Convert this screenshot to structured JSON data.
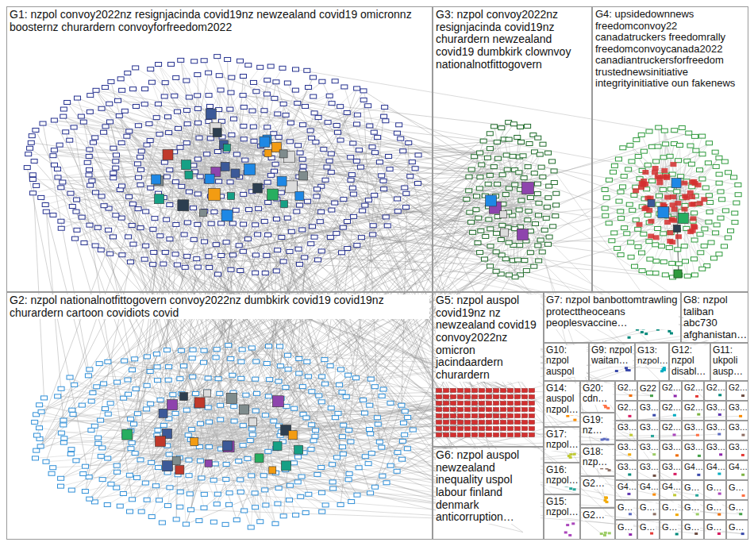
{
  "diagram": {
    "nodes": [
      {
        "text": [
          "G1: nzpol convoy2022nz resignjacinda covid19nz newzealand covid19 omicronnz boosternz churardern convoyforfreedom2022"
        ]
      },
      {
        "text": [
          "G3: nzpol convoy2022nz resignjacinda covid19nz churardern newzealand covid19 dumbkirk clownvoy nationalnotfittogovern"
        ]
      },
      {
        "text": [
          "G4: upsidedownnews freedomconvoy22 canadatruckers freedomrally freedomconvoycanada2022 canadiantruckersforfreedom trustednewsinitiative integrityinitiative oun fakenews"
        ]
      },
      {
        "text": [
          "G2: nzpol nationalnotfittogovern convoy2022nz dumbkirk covid19 covid19nz churardern cartoon covidiots covid"
        ]
      },
      {
        "text": [
          "G5: nzpol auspol covid19nz nz newzealand covid19 convoy2022nz omicron jacindaardern churardern"
        ]
      },
      {
        "text": [
          "G6: nzpol auspol newzealand inequality uspol labour finland denmark anticorruption…"
        ]
      },
      {
        "text": [
          "G7: nzpol banbottomtrawling protecttheoceans peoplesvaccine…"
        ]
      },
      {
        "text": [
          "G8: nzpol taliban abc730 afghanistan…"
        ]
      },
      {
        "text": [
          "G10: nzpol auspol"
        ]
      },
      {
        "text": [
          "G9: nzpol waitan…"
        ]
      },
      {
        "text": [
          "G13: nzpol…"
        ]
      },
      {
        "text": [
          "G12: nzpol disabl…"
        ]
      },
      {
        "text": [
          "G11: ukpoli ausp…"
        ]
      },
      {
        "text": [
          "G14: auspol nzpol…"
        ]
      },
      {
        "text": [
          "G17: nzpol…"
        ]
      },
      {
        "text": [
          "G16: nzpol…"
        ]
      },
      {
        "text": [
          "G15: nzpol…"
        ]
      },
      {
        "text": [
          "G20: cdn…"
        ]
      },
      {
        "text": [
          "G19: nz…"
        ]
      },
      {
        "text": [
          "G18: nzp…"
        ]
      },
      {
        "text": [
          "G2…"
        ]
      },
      {
        "text": [
          "G2…"
        ]
      },
      {
        "text": [
          "G2…"
        ]
      },
      {
        "text": [
          "G22"
        ]
      },
      {
        "text": [
          "G2…"
        ]
      },
      {
        "text": [
          "G2…"
        ]
      },
      {
        "text": [
          "G2…"
        ]
      },
      {
        "text": [
          "G2…"
        ]
      },
      {
        "text": [
          "G2…"
        ]
      },
      {
        "text": [
          "G3…"
        ]
      },
      {
        "text": [
          "G2…"
        ]
      },
      {
        "text": [
          "G2…"
        ]
      },
      {
        "text": [
          "G3…"
        ]
      },
      {
        "text": [
          "G3…"
        ]
      },
      {
        "text": [
          "G3…"
        ]
      },
      {
        "text": [
          "G3…"
        ]
      },
      {
        "text": [
          "G2…"
        ]
      },
      {
        "text": [
          "G3…"
        ]
      },
      {
        "text": [
          "G3…"
        ]
      },
      {
        "text": [
          "G3…"
        ]
      },
      {
        "text": [
          "G3…"
        ]
      },
      {
        "text": [
          "G3…"
        ]
      },
      {
        "text": [
          "G3…"
        ]
      },
      {
        "text": [
          "G3…"
        ]
      },
      {
        "text": [
          "G3…"
        ]
      },
      {
        "text": [
          "G3…"
        ]
      },
      {
        "text": [
          "G3…"
        ]
      },
      {
        "text": [
          "G3…"
        ]
      },
      {
        "text": [
          "G3…"
        ]
      },
      {
        "text": [
          "G4…"
        ]
      },
      {
        "text": [
          "G4…"
        ]
      },
      {
        "text": [
          "G4…"
        ]
      },
      {
        "text": [
          "G4…"
        ]
      },
      {
        "text": [
          "G4…"
        ]
      },
      {
        "text": [
          "G4…"
        ]
      },
      {
        "text": [
          "G…"
        ]
      },
      {
        "text": [
          "G…"
        ]
      },
      {
        "text": [
          "G…"
        ]
      },
      {
        "text": [
          "G…"
        ]
      },
      {
        "text": [
          "G…"
        ]
      },
      {
        "text": [
          "G…"
        ]
      },
      {
        "text": [
          "G…"
        ]
      },
      {
        "text": [
          "G…"
        ]
      },
      {
        "text": [
          "G…"
        ]
      },
      {
        "text": [
          "G…"
        ]
      },
      {
        "text": [
          "G…"
        ]
      },
      {
        "text": [
          "G…"
        ]
      },
      {
        "text": [
          "G…"
        ]
      },
      {
        "text": [
          "G…"
        ]
      },
      {
        "text": [
          "G…"
        ]
      }
    ]
  }
}
